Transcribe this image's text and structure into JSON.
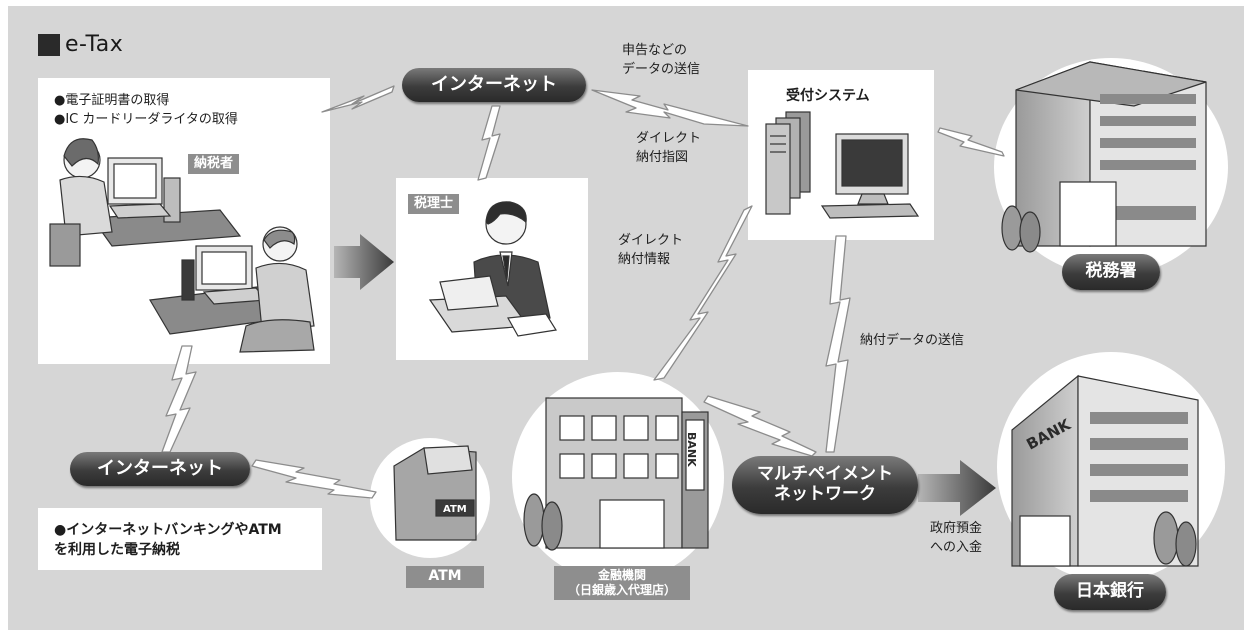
{
  "title": "e-Tax",
  "taxpayer_notes": [
    "●電子証明書の取得",
    "●IC カードリーダライタの取得"
  ],
  "labels": {
    "taxpayer": "納税者",
    "tax_accountant": "税理士",
    "reception_system": "受付システム",
    "tax_office": "税務署",
    "bank_of_japan": "日本銀行",
    "atm": "ATM",
    "financial_institution": [
      "金融機関",
      "（日銀歳入代理店）"
    ],
    "internet_top": "インターネット",
    "internet_bottom": "インターネット",
    "multi_payment": [
      "マルチペイメント",
      "ネットワーク"
    ],
    "send_data": [
      "申告などの",
      "データの送信"
    ],
    "direct_order": [
      "ダイレクト",
      "納付指図"
    ],
    "direct_info": [
      "ダイレクト",
      "納付情報"
    ],
    "payment_data": "納付データの送信",
    "govt_deposit": [
      "政府預金",
      "への入金"
    ],
    "atm_screen": "ATM",
    "bank_sign_bank": "BANK",
    "bank_sign_boj": "BANK"
  },
  "internet_banking_note": [
    "●インターネットバンキングやATM",
    "を利用した電子納税"
  ]
}
